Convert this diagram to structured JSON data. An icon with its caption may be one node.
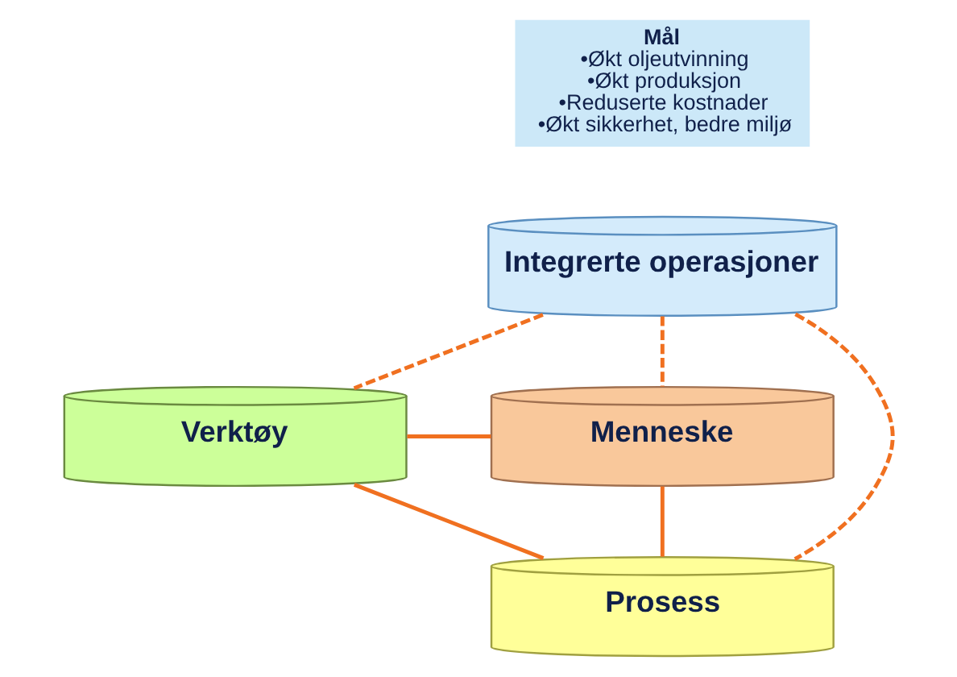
{
  "diagram": {
    "nodes": [
      {
        "text": [
          "Mål",
          "•Økt oljeutvinning",
          "•Økt produksjon",
          "•Reduserte kostnader",
          "•Økt sikkerhet, bedre miljø"
        ]
      },
      {
        "text": [
          "Integrerte operasjoner"
        ]
      },
      {
        "text": [
          "Verktøy"
        ]
      },
      {
        "text": [
          "Menneske"
        ]
      },
      {
        "text": [
          "Prosess"
        ]
      }
    ],
    "edges": [
      {
        "from": 1,
        "to": 2,
        "arrow": "none",
        "style": "dashed"
      },
      {
        "from": 1,
        "to": 4,
        "arrow": "none",
        "style": "dashed"
      },
      {
        "from": 1,
        "to": 3,
        "arrow": "none",
        "style": "dashed"
      },
      {
        "from": 2,
        "to": 3,
        "arrow": "none"
      },
      {
        "from": 2,
        "to": 4,
        "arrow": "none"
      },
      {
        "from": 3,
        "to": 4,
        "arrow": "none"
      }
    ]
  }
}
